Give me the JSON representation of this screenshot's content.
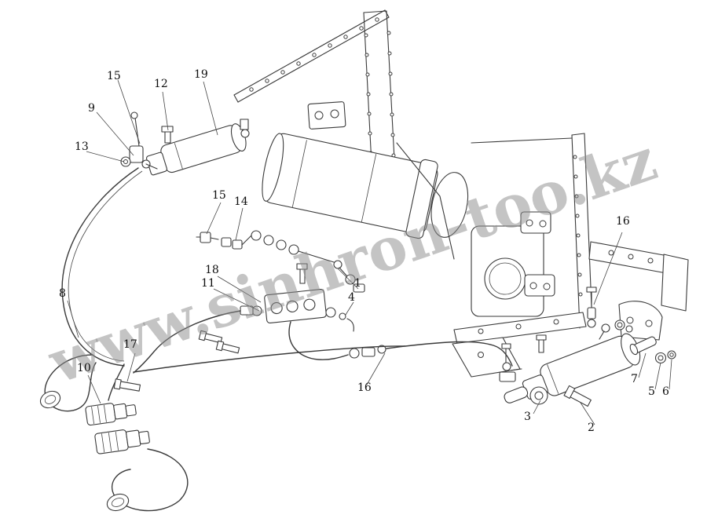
{
  "watermark": "www.sinhron-too.kz",
  "labels": [
    {
      "text": "15"
    },
    {
      "text": "9"
    },
    {
      "text": "13"
    },
    {
      "text": "12"
    },
    {
      "text": "19"
    },
    {
      "text": "15"
    },
    {
      "text": "14"
    },
    {
      "text": "18"
    },
    {
      "text": "11"
    },
    {
      "text": "1"
    },
    {
      "text": "4"
    },
    {
      "text": "8"
    },
    {
      "text": "17"
    },
    {
      "text": "10"
    },
    {
      "text": "16"
    },
    {
      "text": "16"
    },
    {
      "text": "3"
    },
    {
      "text": "2"
    },
    {
      "text": "7"
    },
    {
      "text": "5"
    },
    {
      "text": "6"
    }
  ]
}
